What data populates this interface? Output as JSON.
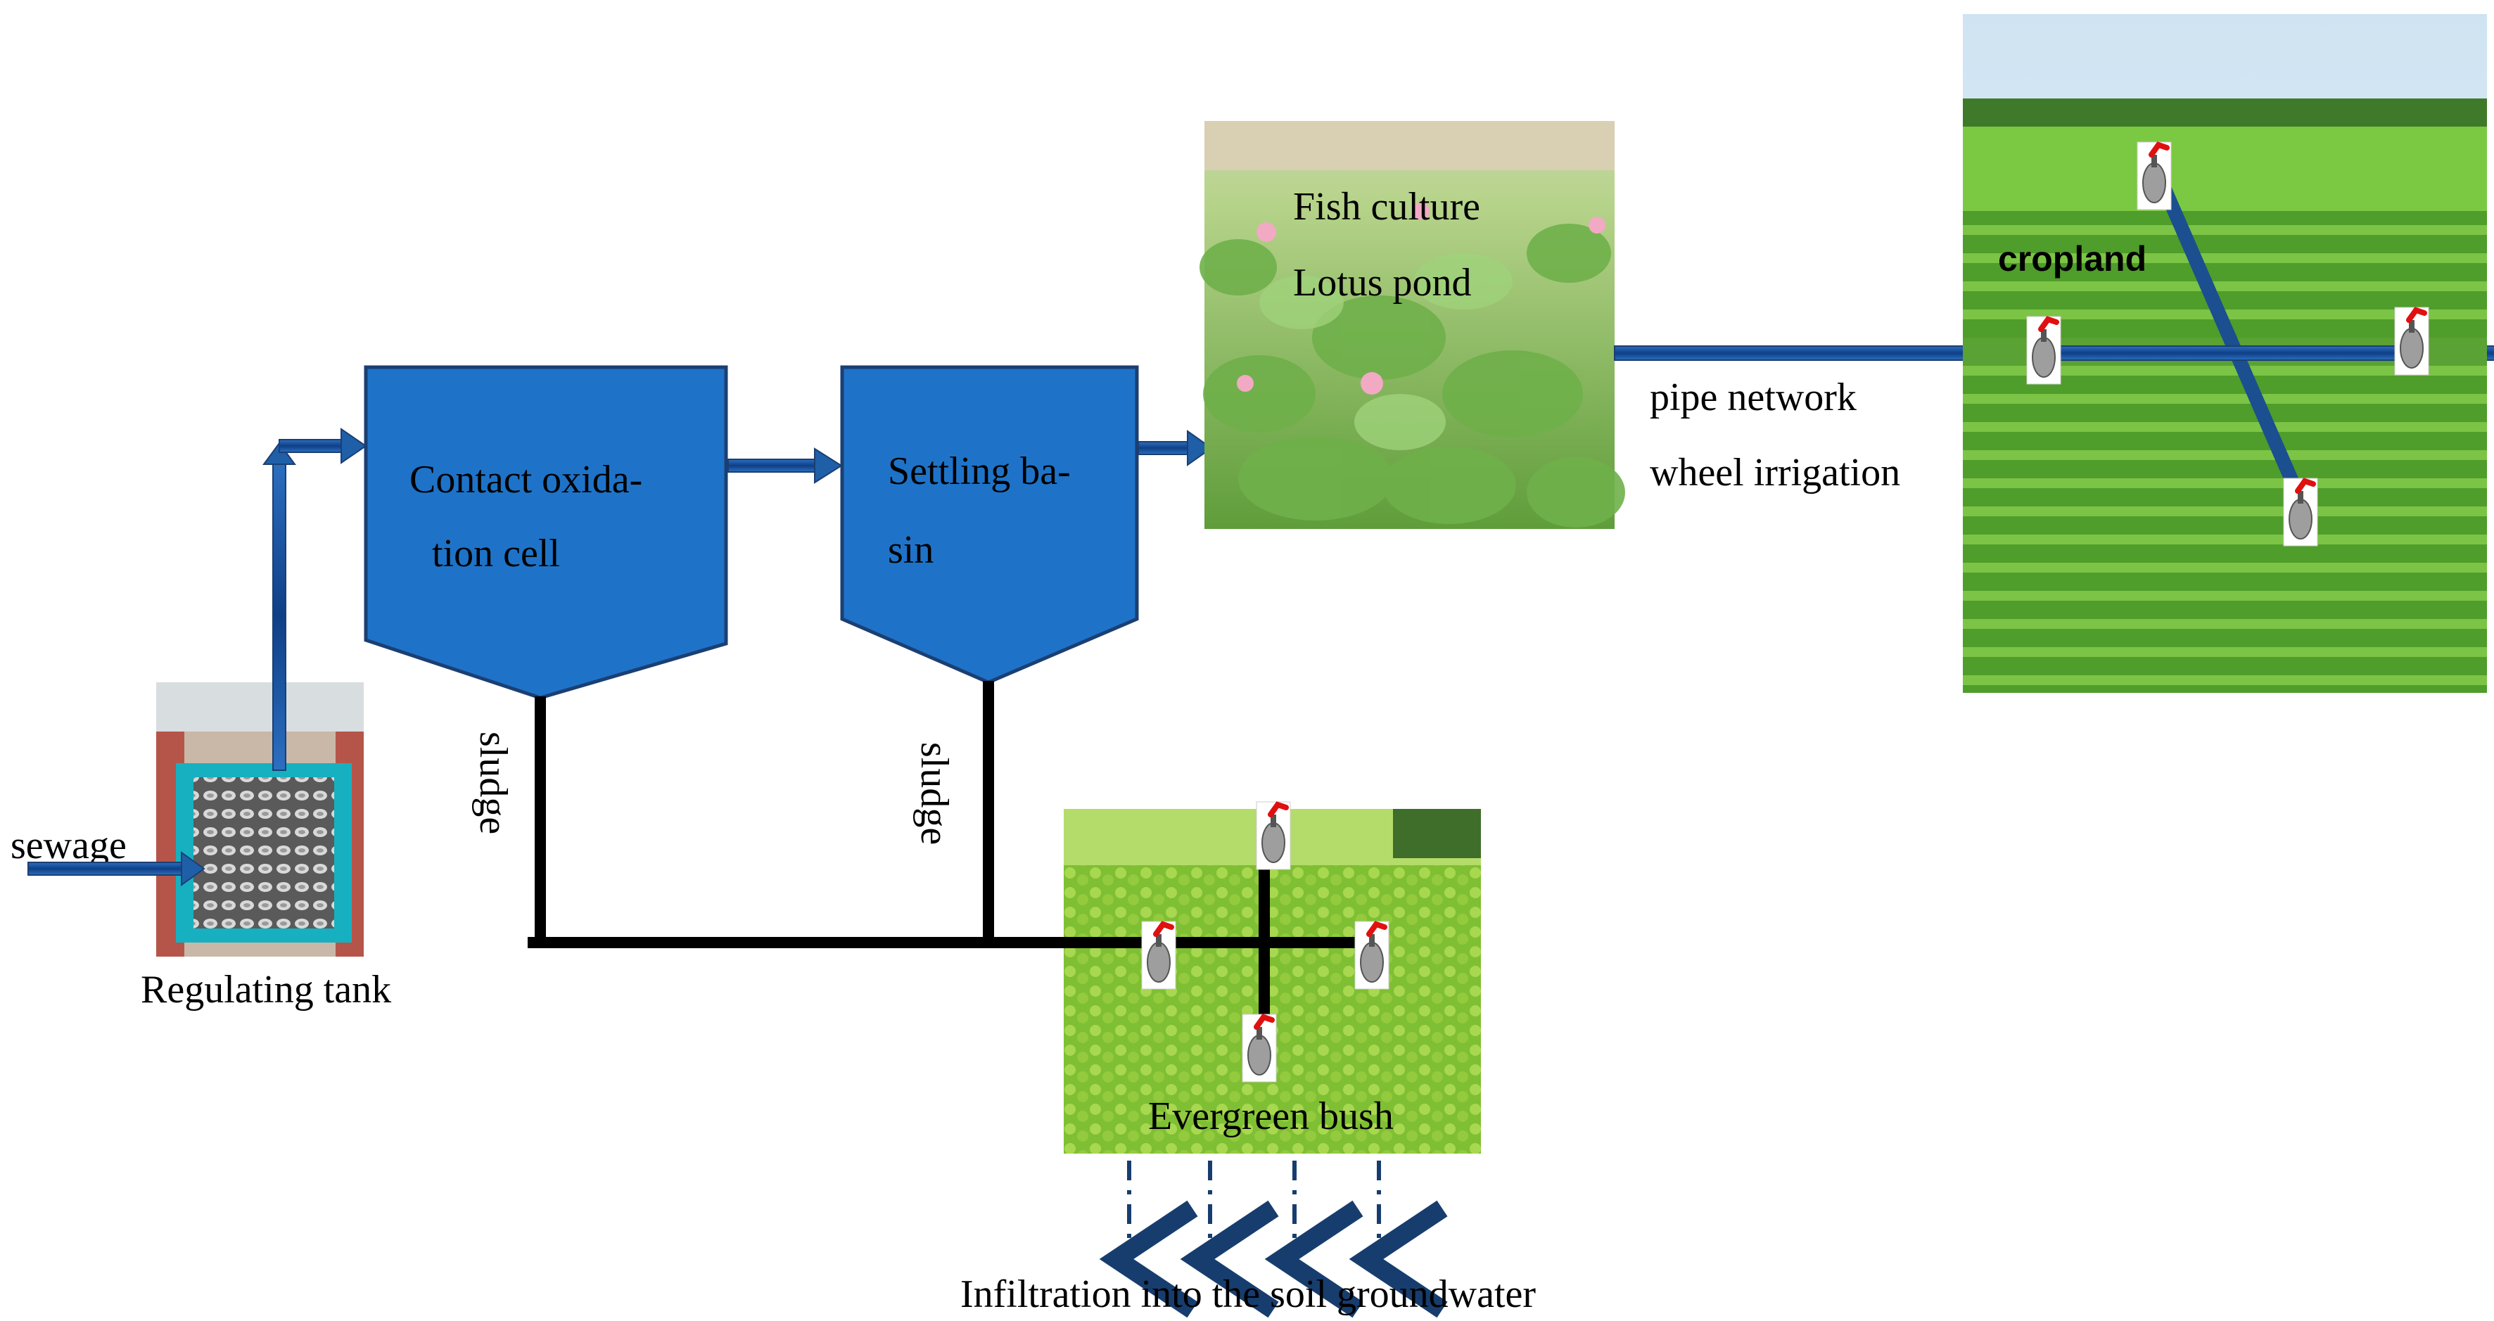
{
  "labels": {
    "sewage": "sewage",
    "regulating_tank": "Regulating tank",
    "contact_line1": "Contact oxida-",
    "contact_line2": "tion cell",
    "settling_line1": "Settling ba-",
    "settling_line2": "sin",
    "sludge_left": "sludge",
    "sludge_right": "sludge",
    "fish_culture": "Fish culture",
    "lotus_pond": "Lotus pond",
    "pipe_network": "pipe network",
    "wheel_irrigation": "wheel irrigation",
    "cropland": "cropland",
    "evergreen_bush": "Evergreen bush",
    "infiltration": "Infiltration into the soil groundwater"
  },
  "colors": {
    "tank_blue": "#1e73c8",
    "tank_stroke": "#1b3f73",
    "pipe_blue": "#1f5fa8",
    "sludge_line": "#000000",
    "infiltration_arrow": "#173d6e",
    "sprinkler_head": "#e01010"
  },
  "icons": {
    "sprinkler": "sprinkler-icon",
    "mesh": "mesh-filter-icon"
  }
}
